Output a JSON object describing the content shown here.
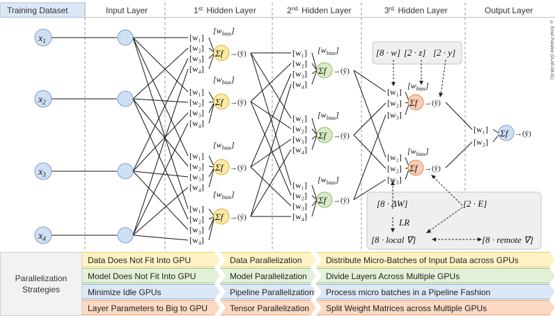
{
  "headers": {
    "training_dataset": "Training Dataset",
    "input_layer": "Input Layer",
    "hidden1": "1st. Hidden Layer",
    "hidden1_num": "1",
    "hidden1_sup": "st.",
    "hidden1_rest": " Hidden Layer",
    "hidden2_num": "2",
    "hidden2_sup": "nd.",
    "hidden2_rest": " Hidden Layer",
    "hidden3_num": "3",
    "hidden3_sup": "rd.",
    "hidden3_rest": " Hidden Layer",
    "output_layer": "Output Layer"
  },
  "copyright": "© Ernst Poeshnr (DLAE-08-01)",
  "inputs": [
    "x",
    "x",
    "x",
    "x"
  ],
  "input_subs": [
    "1",
    "2",
    "3",
    "4"
  ],
  "weights": {
    "w1": "[w₁]",
    "w2": "[w₂]",
    "w3": "[w₃]",
    "w4": "[w₄]",
    "wbias": "[w",
    "bias_sub": "bias",
    "bias_close": "]"
  },
  "neuron": {
    "sum": "Σf",
    "out": "→(ŷ)"
  },
  "annotations": {
    "eight_w": "[8 · w]",
    "two_z": "[2 · z]",
    "two_y": "[2 · y]",
    "eight_dW": "[8 · ΔW]",
    "two_E": "[2 · E]",
    "LR": "LR",
    "eight_local": "[8 · local ∇]",
    "eight_remote": "[8 · remote ∇]"
  },
  "colors": {
    "input_node": "#cfe0f5",
    "hidden1_node": "#fce9a6",
    "hidden2_node": "#d8ecc8",
    "hidden3_node": "#f8cfb4",
    "output_node": "#cfe0f5",
    "yellow_row": "#fff2c4",
    "green_row": "#e3f0d8",
    "blue_row": "#dde8f6",
    "orange_row": "#fbd9c2"
  },
  "strategies": {
    "title": "Parallelization Strategies",
    "rows": [
      {
        "problem": "Data Does Not Fit Into GPU",
        "strategy": "Data Parallelization",
        "description": "Distribute Micro-Batches of Input Data across GPUs"
      },
      {
        "problem": "Model Does Not Fit Into GPU",
        "strategy": "Model Parallelization",
        "description": "Divide Layers Across Multiple GPUs"
      },
      {
        "problem": "Minimize Idle GPUs",
        "strategy": "Pipeline Parallelization",
        "description": "Process micro batches in a Pipeline Fashion"
      },
      {
        "problem": "Layer Parameters to Big to GPU",
        "strategy": "Tensor Parallelization",
        "description": "Split Weight Matrices across Multiple GPUs"
      }
    ]
  }
}
